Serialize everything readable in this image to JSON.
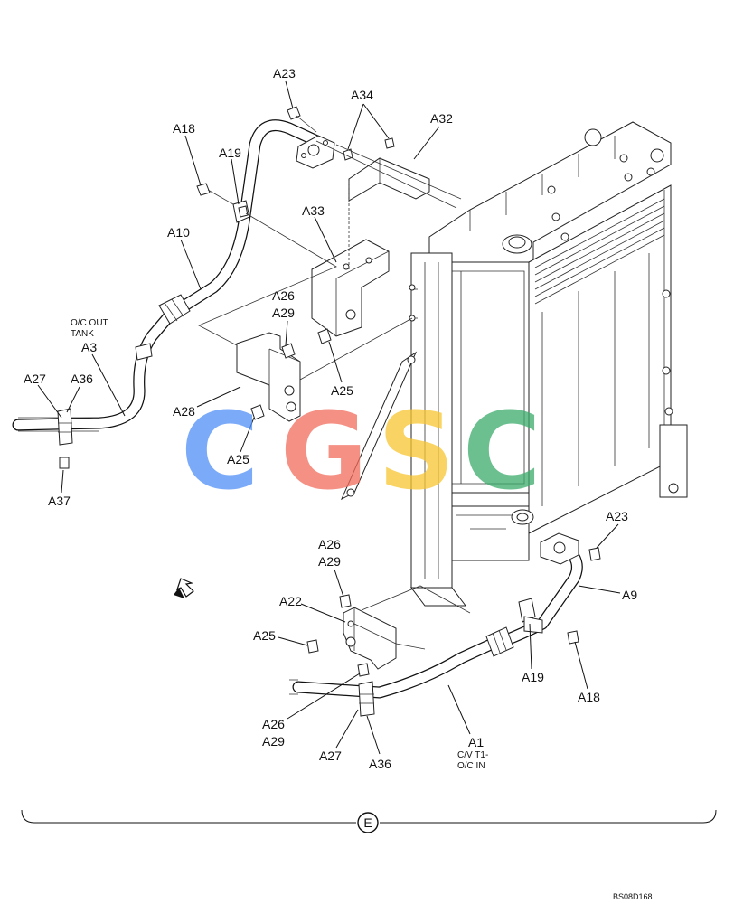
{
  "labels": {
    "a23_top": "A23",
    "a34": "A34",
    "a32": "A32",
    "a18_top": "A18",
    "a19_top": "A19",
    "a33": "A33",
    "a10": "A10",
    "a26_mid": "A26",
    "a29_mid": "A29",
    "oc_out_1": "O/C OUT",
    "oc_out_2": "TANK",
    "a3": "A3",
    "a27_left": "A27",
    "a36_left": "A36",
    "a28": "A28",
    "a25_mid": "A25",
    "a25_left": "A25",
    "a37": "A37",
    "a23_bottom": "A23",
    "a26_low": "A26",
    "a29_low": "A29",
    "a9": "A9",
    "a22": "A22",
    "a25_low": "A25",
    "a19_bottom": "A19",
    "a18_bottom": "A18",
    "a26_bottom": "A26",
    "a29_bottom": "A29",
    "a27_bottom": "A27",
    "a36_bottom": "A36",
    "a1": "A1",
    "cv_in_1": "C/V T1-",
    "cv_in_2": "O/C IN",
    "section": "E",
    "drawing_code": "BS08D168"
  },
  "watermark": {
    "letters": [
      "C",
      "G",
      "S",
      "C"
    ],
    "colors": [
      "#4f8ef7",
      "#f26b5b",
      "#f7c52f",
      "#3bab6b"
    ]
  }
}
